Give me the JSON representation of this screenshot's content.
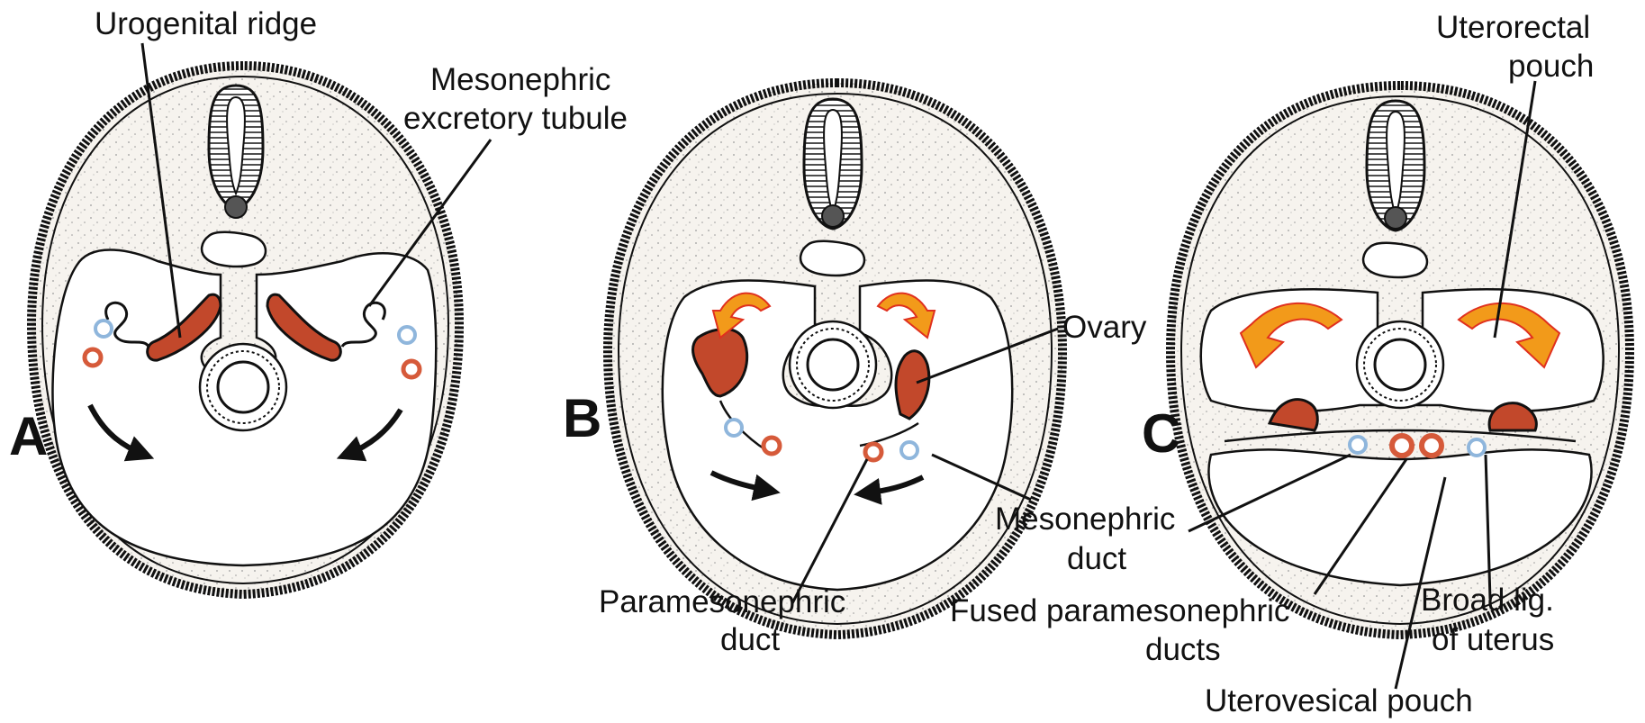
{
  "panels": [
    {
      "letter": "A"
    },
    {
      "letter": "B"
    },
    {
      "letter": "C"
    }
  ],
  "labels": {
    "urogenital_ridge": "Urogenital ridge",
    "mesonephric_excretory_tubule": [
      "Mesonephric",
      "excretory tubule"
    ],
    "ovary": "Ovary",
    "mesonephric_duct": [
      "Mesonephric",
      "duct"
    ],
    "paramesonephric_duct": [
      "Paramesonephric",
      "duct"
    ],
    "uterorectal_pouch": [
      "Uterorectal",
      "pouch"
    ],
    "fused_paramesonephric_ducts": [
      "Fused paramesonephric",
      "ducts"
    ],
    "broad_ligament": [
      "Broad lig.",
      "of uterus"
    ],
    "uterovesical_pouch": "Uterovesical pouch"
  },
  "colors": {
    "background": "#ffffff",
    "outline": "#111111",
    "stipple": "#f2efe9",
    "gonad": "#c2482b",
    "paramesonephric_duct": "#d65a3a",
    "mesonephric_duct": "#8fb6dc",
    "fold_arrow_fill": "#f29a1a",
    "fold_arrow_stroke": "#e0301e",
    "movement_arrow": "#111111"
  }
}
